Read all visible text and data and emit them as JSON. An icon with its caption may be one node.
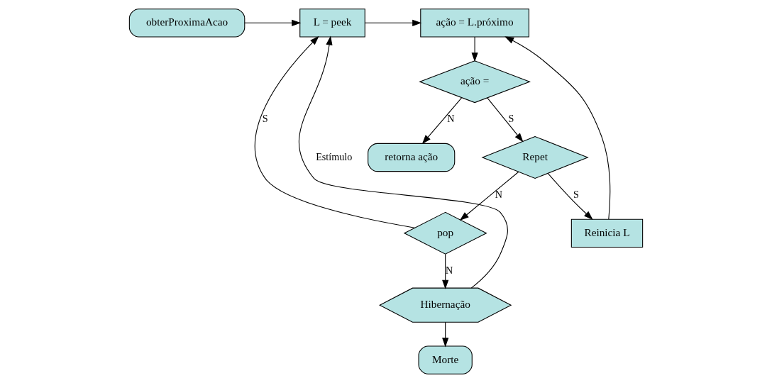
{
  "diagram": {
    "nodes": [
      {
        "text": [
          "obterProximaAcao"
        ]
      },
      {
        "text": [
          "L = peek"
        ]
      },
      {
        "text": [
          "ação = L.próximo"
        ]
      },
      {
        "text": [
          "ação ="
        ]
      },
      {
        "text": [
          "retorna ação"
        ]
      },
      {
        "text": [
          "Repet"
        ]
      },
      {
        "text": [
          "Reinicia L"
        ]
      },
      {
        "text": [
          "pop"
        ]
      },
      {
        "text": [
          "Hibernação"
        ]
      },
      {
        "text": [
          "Morte"
        ]
      }
    ],
    "edges": [
      {
        "from": 0,
        "to": 1,
        "arrow": "to"
      },
      {
        "from": 1,
        "to": 2,
        "arrow": "to"
      },
      {
        "from": 2,
        "to": 3,
        "arrow": "to"
      },
      {
        "from": 3,
        "to": 4,
        "arrow": "to",
        "label": "N"
      },
      {
        "from": 3,
        "to": 5,
        "arrow": "to",
        "label": "S"
      },
      {
        "from": 5,
        "to": 6,
        "arrow": "to",
        "label": "S"
      },
      {
        "from": 6,
        "to": 2,
        "arrow": "to"
      },
      {
        "from": 5,
        "to": 7,
        "arrow": "to",
        "label": "N"
      },
      {
        "from": 7,
        "to": 1,
        "arrow": "to",
        "label": "S"
      },
      {
        "from": 7,
        "to": 8,
        "arrow": "to",
        "label": "N"
      },
      {
        "from": 8,
        "to": 9,
        "arrow": "to"
      },
      {
        "from": 8,
        "to": 1,
        "arrow": "to",
        "label": "Estímulo"
      }
    ]
  }
}
